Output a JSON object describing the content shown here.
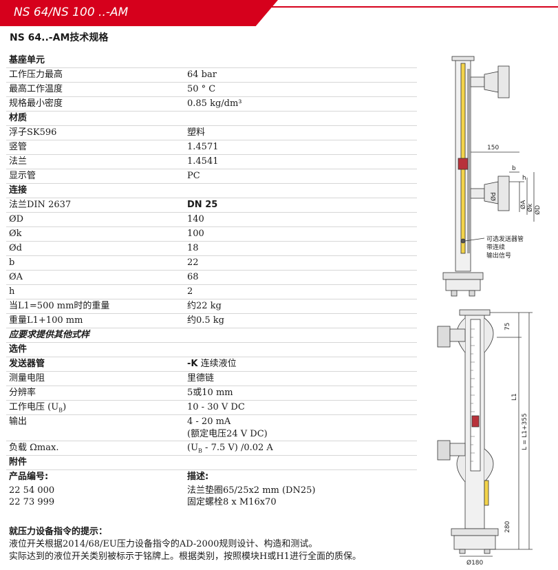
{
  "header": {
    "title": "NS 64/NS 100 ..-AM"
  },
  "doc_title": "NS 64..-AM技术规格",
  "sections": {
    "base": "基座单元",
    "material": "材质",
    "connection": "连接",
    "option": "选件",
    "accessory": "附件"
  },
  "base": {
    "pressure_k": "工作压力最高",
    "pressure_v": "64 bar",
    "temp_k": "最高工作温度",
    "temp_v": "50 ° C",
    "density_k": "规格最小密度",
    "density_v": "0.85 kg/dm³"
  },
  "material": {
    "float_k": "浮子SK596",
    "float_v": "塑料",
    "tube_k": "竖管",
    "tube_v": "1.4571",
    "flange_k": "法兰",
    "flange_v": "1.4541",
    "display_k": "显示管",
    "display_v": "PC"
  },
  "connection": {
    "flange_k": "法兰DIN 2637",
    "flange_v": "DN 25",
    "D_k": "ØD",
    "D_v": "140",
    "k_k": "Øk",
    "k_v": "100",
    "d_k": "Ød",
    "d_v": "18",
    "b_k": "b",
    "b_v": "22",
    "A_k": "ØA",
    "A_v": "68",
    "h_k": "h",
    "h_v": "2",
    "weight_k": "当L1=500  mm时的重量",
    "weight_v": "约22 kg",
    "weight2_k": "重量L1+100 mm",
    "weight2_v": "约0.5 kg",
    "other_note": "应要求提供其他式样"
  },
  "option": {
    "transmitter_k": "发送器管",
    "transmitter_code": "-K",
    "transmitter_v": "连续液位",
    "resistance_k": "测量电阻",
    "resistance_v": "里德链",
    "resolution_k": "分辨率",
    "resolution_v": "5或10 mm",
    "voltage_k": "工作电压 (U",
    "voltage_sub": "B",
    "voltage_k_end": ")",
    "voltage_v": "10 - 30 V DC",
    "output_k": "输出",
    "output_v": "4 - 20 mA",
    "output_v2": "(额定电压24 V DC)",
    "load_k": "负载 Ωmax.",
    "load_v_pre": "(U",
    "load_sub": "B",
    "load_v_post": " - 7.5 V) /0.02 A"
  },
  "accessory": {
    "col_code": "产品编号:",
    "col_desc": "描述:",
    "items": [
      {
        "code": "22 54 000",
        "desc": "法兰垫圈65/25x2 mm (DN25)"
      },
      {
        "code": "22 73 999",
        "desc": "固定螺栓8 x M16x70"
      }
    ]
  },
  "notes": {
    "title": "就压力设备指令的提示：",
    "line1": "液位开关根据2014/68/EU压力设备指令的AD-2000规则设计、构造和测试。",
    "line2": "实际达到的液位开关类别被标示于铭牌上。根据类别，按照模块H或H1进行全面的质保。"
  },
  "drawing": {
    "dim_150": "150",
    "dim_b": "b",
    "dim_h": "h",
    "dim_d": "Ød",
    "dim_A": "ØA",
    "dim_k": "Øk",
    "dim_D": "ØD",
    "callout1": "可选发送器管",
    "callout2": "带连续",
    "callout3": "输出信号",
    "dim_75": "75",
    "dim_L1": "L1",
    "dim_L": "L = L1+355",
    "dim_280": "280",
    "dim_180": "Ø180"
  },
  "colors": {
    "brand_red": "#d6001c",
    "indicator_yellow": "#f2d34a"
  }
}
